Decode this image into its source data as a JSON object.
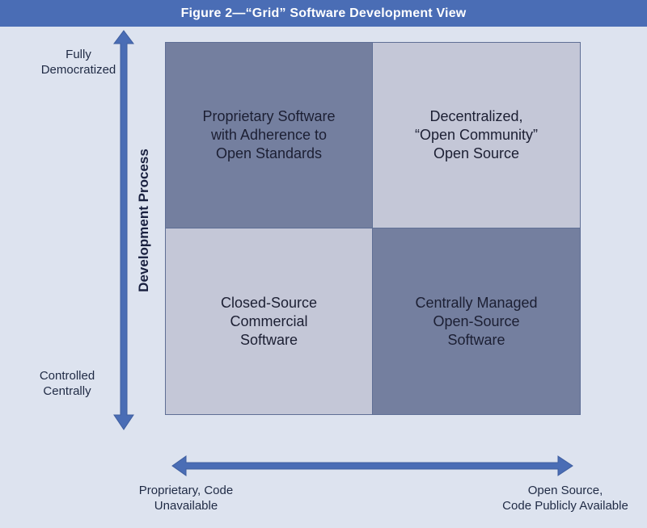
{
  "figure": {
    "title": "Figure 2—“Grid” Software Development View"
  },
  "y_axis": {
    "title": "Development Process",
    "top_label": [
      "Fully",
      "Democratized"
    ],
    "bottom_label": [
      "Controlled",
      "Centrally"
    ]
  },
  "x_axis": {
    "left_label": [
      "Proprietary, Code",
      "Unavailable"
    ],
    "right_label": [
      "Open Source,",
      "Code Publicly Available"
    ]
  },
  "quadrants": {
    "top_left": [
      "Proprietary Software",
      "with Adherence to",
      "Open Standards"
    ],
    "top_right": [
      "Decentralized,",
      "“Open Community”",
      "Open Source"
    ],
    "bottom_left": [
      "Closed-Source",
      "Commercial",
      "Software"
    ],
    "bottom_right": [
      "Centrally Managed",
      "Open-Source",
      "Software"
    ]
  },
  "colors": {
    "title_bar": "#4a6db5",
    "background": "#dde3ef",
    "dark_cell": "#747f9f",
    "light_cell": "#c4c7d7",
    "arrow": "#4a6db5"
  }
}
